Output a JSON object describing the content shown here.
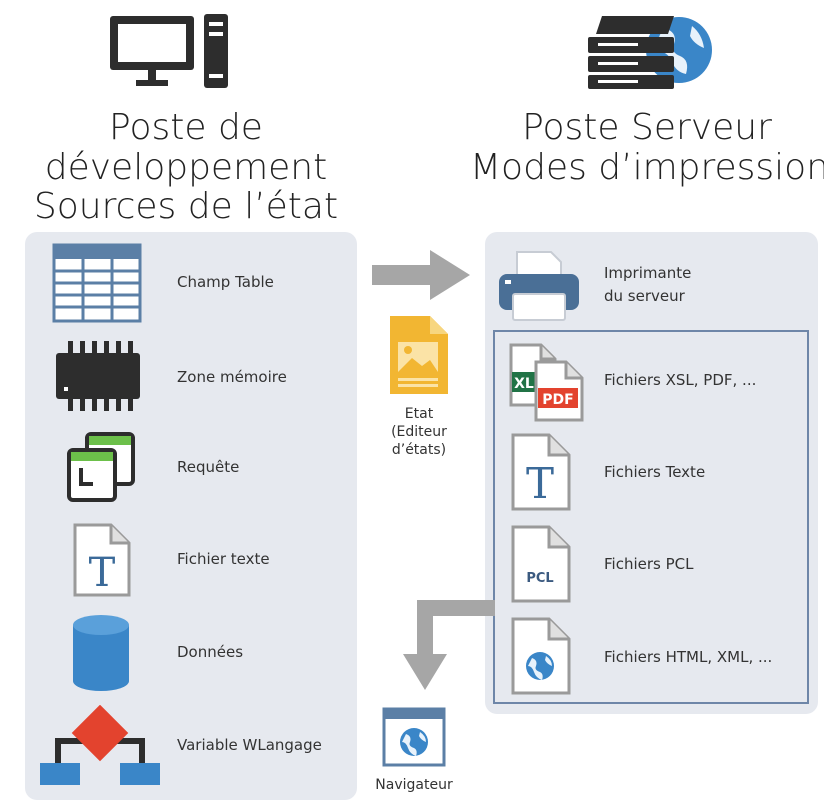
{
  "left": {
    "title": [
      "Poste de",
      "développement",
      "Sources de l’état"
    ],
    "items": [
      {
        "label": "Champ Table",
        "icon": "table-icon"
      },
      {
        "label": "Zone mémoire",
        "icon": "memory-chip-icon"
      },
      {
        "label": "Requête",
        "icon": "query-icon"
      },
      {
        "label": "Fichier texte",
        "icon": "text-file-icon"
      },
      {
        "label": "Données",
        "icon": "database-icon"
      },
      {
        "label": "Variable WLangage",
        "icon": "variable-tree-icon"
      }
    ]
  },
  "right": {
    "title": [
      "Poste Serveur",
      "Modes d’impression"
    ],
    "printer": {
      "label": [
        "Imprimante",
        "du serveur"
      ],
      "icon": "printer-icon"
    },
    "items": [
      {
        "label": "Fichiers XSL, PDF, ...",
        "icon": "xsl-pdf-files-icon",
        "badge_xl": "XL",
        "badge_pdf": "PDF"
      },
      {
        "label": "Fichiers Texte",
        "icon": "text-file-icon",
        "glyph": "T"
      },
      {
        "label": "Fichiers PCL",
        "icon": "pcl-file-icon",
        "badge": "PCL"
      },
      {
        "label": "Fichiers HTML, XML, ...",
        "icon": "html-file-icon"
      }
    ]
  },
  "middle": {
    "report": {
      "label": [
        "Etat",
        "(Editeur",
        "d’états)"
      ],
      "icon": "report-document-icon"
    },
    "browser": {
      "label": "Navigateur",
      "icon": "browser-icon"
    }
  },
  "icons": {
    "computer": "computer-icon",
    "server": "server-globe-icon"
  },
  "colors": {
    "panel": "#e6e9ef",
    "arrow": "#a6a6a6",
    "dark": "#2d2d2d",
    "blue": "#3a86c8",
    "green": "#6cc04a",
    "red": "#e3432e",
    "orange": "#f2b632",
    "table_blue": "#5b7fa6",
    "box_border": "#6e86a8"
  }
}
